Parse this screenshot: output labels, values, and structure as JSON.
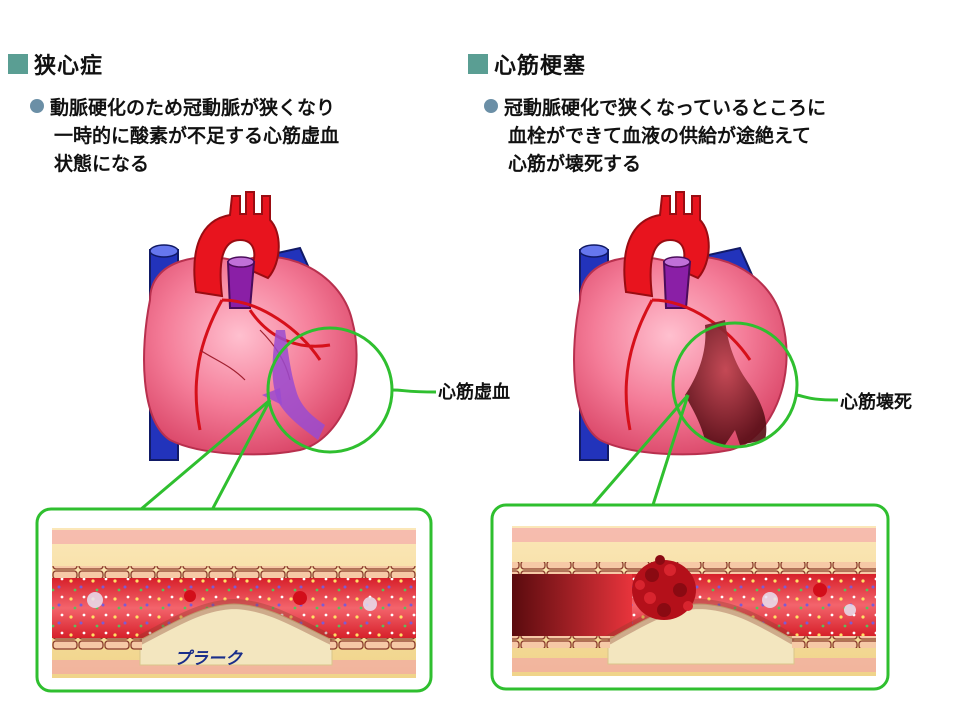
{
  "left": {
    "title": "狭心症",
    "desc_lines": [
      "動脈硬化のため冠動脈が狭くなり",
      "一時的に酸素が不足する心筋虚血",
      "状態になる"
    ],
    "callout_label": "心筋虚血",
    "plaque_label": "プラーク"
  },
  "right": {
    "title": "心筋梗塞",
    "desc_lines": [
      "冠動脈硬化で狭くなっているところに",
      "血栓ができて血液の供給が途絶えて",
      "心筋が壊死する"
    ],
    "callout_label": "心筋壊死"
  },
  "colors": {
    "square": "#5a9e93",
    "bullet": "#6b8fa6",
    "callout_green": "#2fbf2f",
    "heart_pink": "#ef6f8e",
    "aorta_red": "#e8141e",
    "vein_blue": "#2233bb"
  }
}
